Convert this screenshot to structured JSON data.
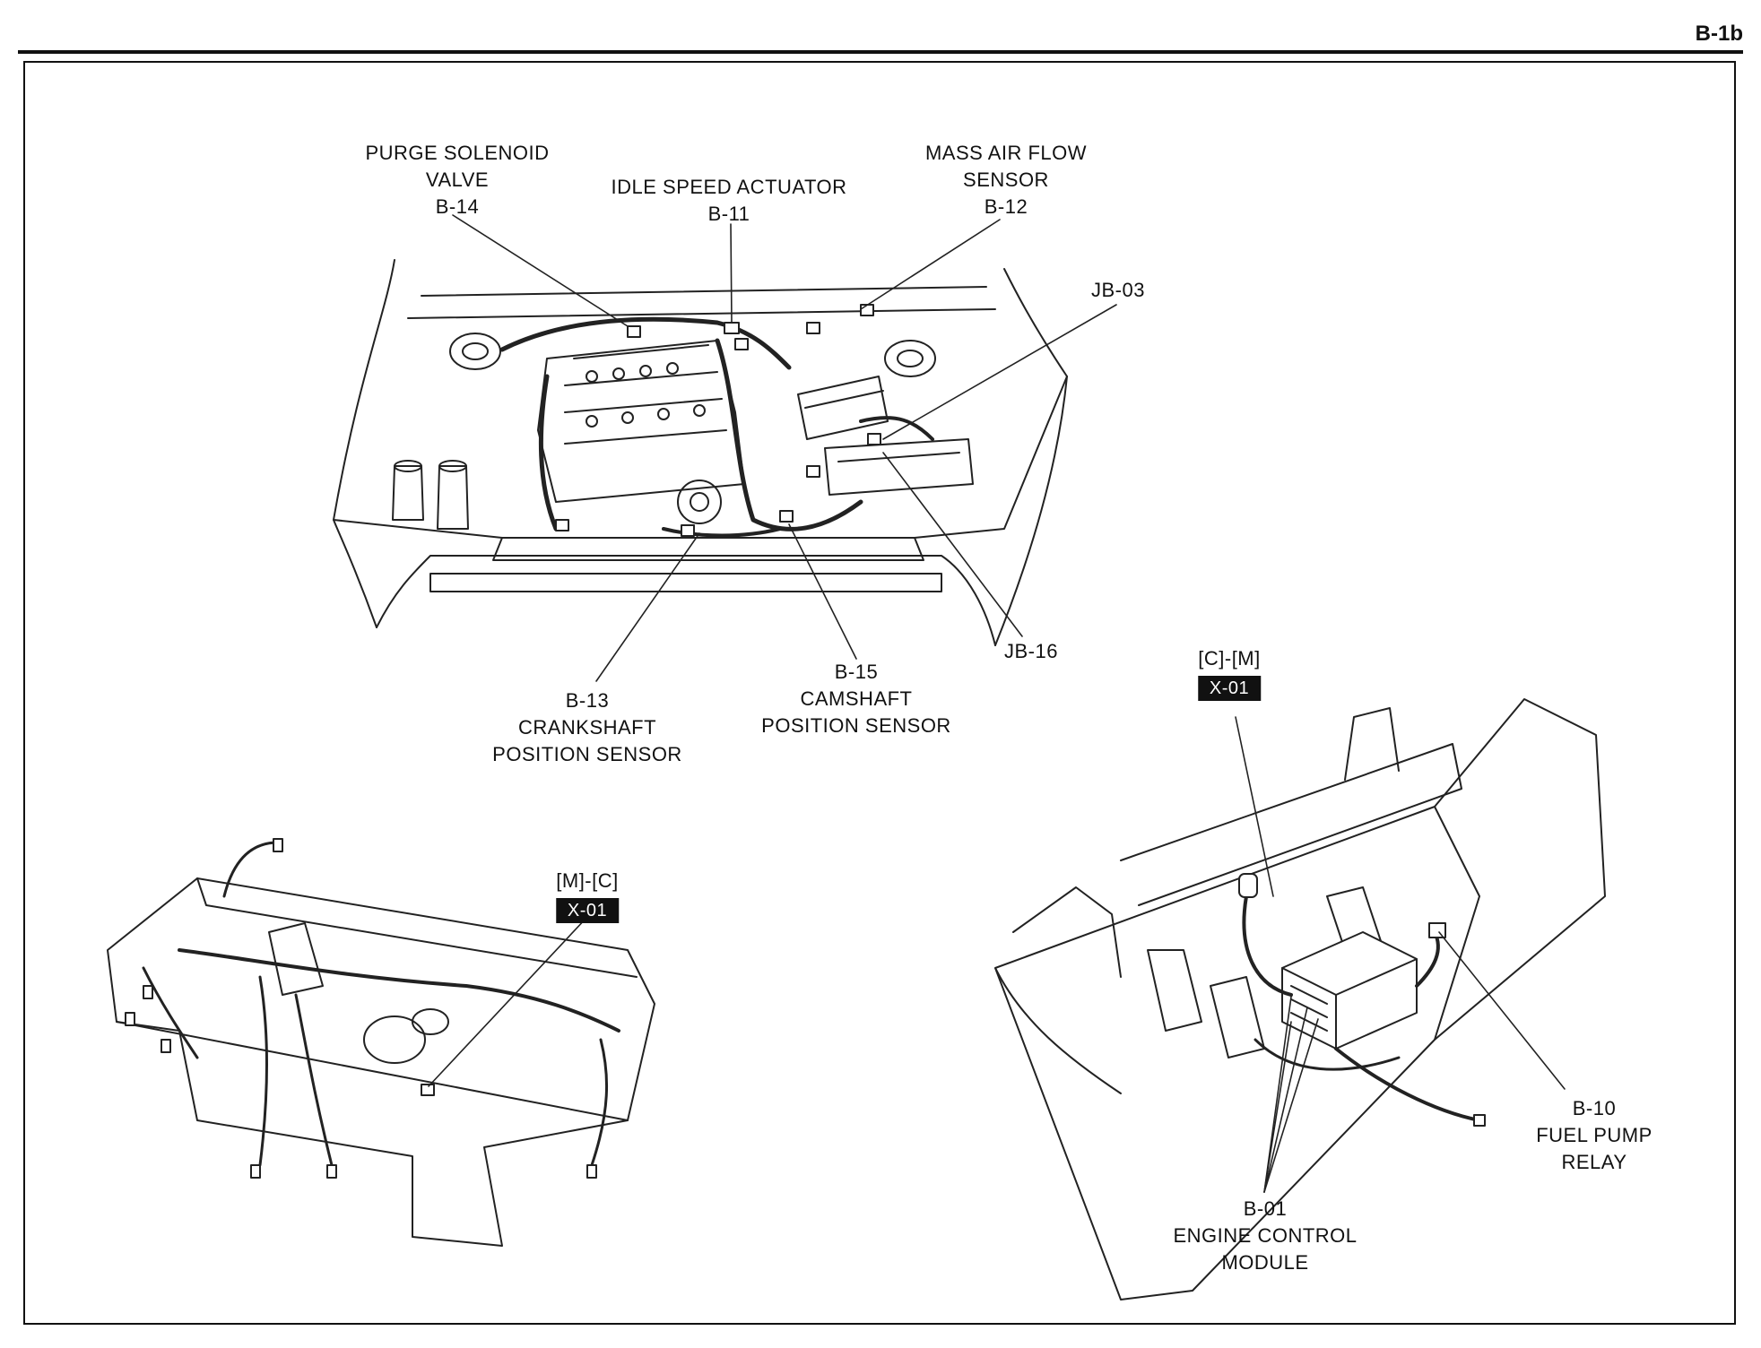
{
  "page_id": "B-1b",
  "labels": {
    "purge": [
      "PURGE SOLENOID",
      "VALVE",
      "B-14"
    ],
    "idle": [
      "IDLE SPEED ACTUATOR",
      "B-11"
    ],
    "maf": [
      "MASS AIR FLOW",
      "SENSOR",
      "B-12"
    ],
    "jb03": [
      "JB-03"
    ],
    "jb16": [
      "JB-16"
    ],
    "crank": [
      "B-13",
      "CRANKSHAFT",
      "POSITION SENSOR"
    ],
    "cam": [
      "B-15",
      "CAMSHAFT",
      "POSITION SENSOR"
    ],
    "conn_left": {
      "route": "[M]-[C]",
      "tag": "X-01"
    },
    "conn_right": {
      "route": "[C]-[M]",
      "tag": "X-01"
    },
    "fuel_pump": [
      "B-10",
      "FUEL PUMP",
      "RELAY"
    ],
    "ecm": [
      "B-01",
      "ENGINE CONTROL",
      "MODULE"
    ]
  }
}
